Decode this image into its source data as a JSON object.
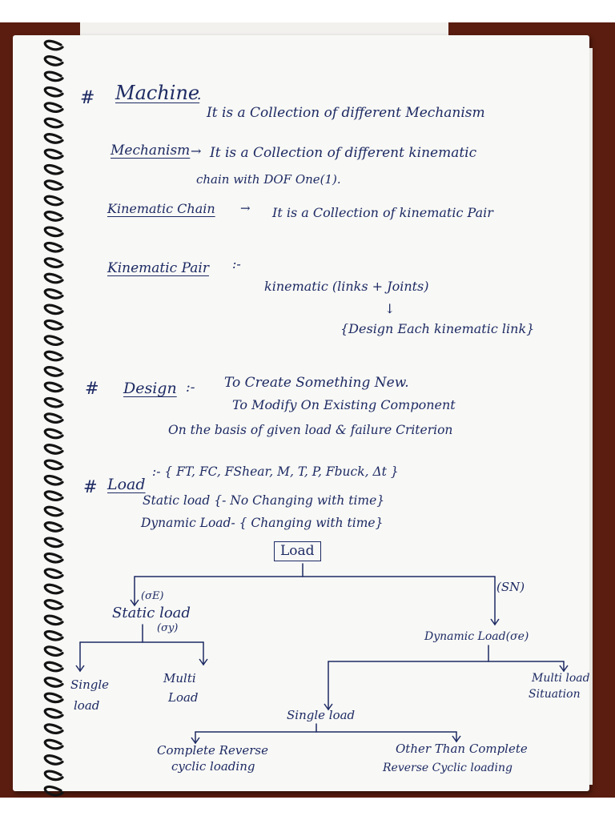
{
  "notes": {
    "machine": {
      "hash": "#",
      "title": "Machine",
      "title_suffix": "·.",
      "definition": "It is a Collection of different Mechanism"
    },
    "mechanism": {
      "title": "Mechanism",
      "arrow": "→",
      "definition_line1": "It is a Collection of different kinematic",
      "definition_line2": "chain with DOF One(1)."
    },
    "kinematic_chain": {
      "title": "Kinematic Chain",
      "arrow": "→",
      "definition": "It is a Collection of kinematic Pair"
    },
    "kinematic_pair": {
      "title": "Kinematic Pair",
      "suffix": ":-",
      "line1": "kinematic (links + Joints)",
      "down_arrow": "↓",
      "line2": "{Design Each kinematic link}"
    },
    "design": {
      "hash": "#",
      "title": "Design",
      "suffix": ":-",
      "item1": "To Create Something New.",
      "item2": "To Modify On Existing Component",
      "basis": "On the basis of given load & failure Criterion"
    },
    "load": {
      "hash": "#",
      "title": "Load",
      "suffix": ":- { FT, FC, FShear, M, T, P, Fbuck, Δt }",
      "static": "Static load {- No Changing with time}",
      "dynamic": "Dynamic Load- { Changing with time}"
    },
    "tree": {
      "root": "Load",
      "static_sigma_e": "(σE)",
      "static": "Static load",
      "static_sigma_y": "(σy)",
      "sn": "(SN)",
      "dynamic": "Dynamic Load(σe)",
      "single": "Single",
      "single_2": "load",
      "multi": "Multi",
      "multi_2": "Load",
      "multi_situation": "Multi load",
      "multi_situation_2": "Situation",
      "single_load": "Single load",
      "complete_reverse": "Complete Reverse",
      "complete_reverse_2": "cyclic loading",
      "other_than": "Other Than Complete",
      "other_than_2": "Reverse Cyclic loading"
    }
  }
}
